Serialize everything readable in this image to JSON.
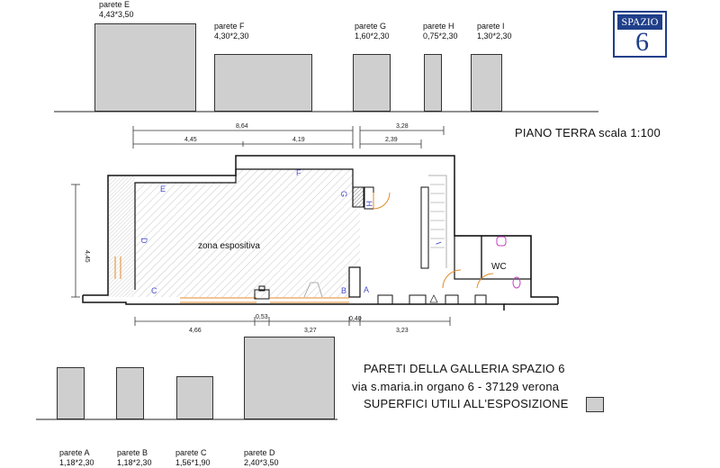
{
  "logo": {
    "word": "SPAZIO",
    "number": "6",
    "brand_color": "#1f3f8a"
  },
  "top_walls": [
    {
      "name": "parete E",
      "dims": "4,43*3,50"
    },
    {
      "name": "parete F",
      "dims": "4,30*2,30"
    },
    {
      "name": "parete G",
      "dims": "1,60*2,30"
    },
    {
      "name": "parete H",
      "dims": "0,75*2,30"
    },
    {
      "name": "parete I",
      "dims": "1,30*2,30"
    }
  ],
  "bottom_walls": [
    {
      "name": "parete A",
      "dims": "1,18*2,30"
    },
    {
      "name": "parete B",
      "dims": "1,18*2,30"
    },
    {
      "name": "parete C",
      "dims": "1,56*1,90"
    },
    {
      "name": "parete D",
      "dims": "2,40*3,50"
    }
  ],
  "plan": {
    "scale_title": "PIANO TERRA scala 1:100",
    "room_label": "zona espositiva",
    "wc_label": "WC",
    "wall_letters": [
      "A",
      "B",
      "C",
      "D",
      "E",
      "F",
      "G",
      "H",
      "I"
    ],
    "dimensions_top": [
      "8,64",
      "4,45",
      "4,19",
      "3,28",
      "2,39"
    ],
    "dimensions_bottom": [
      "4,66",
      "0,53",
      "3,27",
      "0,40",
      "3,23"
    ],
    "dimension_left": "4,45",
    "accent_color": "#e08a2a",
    "letter_color": "#4a4fd0",
    "wc_fixture_color": "#c040c0"
  },
  "caption": {
    "line1": "PARETI  DELLA GALLERIA  SPAZIO 6",
    "line2": "via s.maria.in organo 6 -  37129  verona",
    "line3": "SUPERFICI UTILI ALL'ESPOSIZIONE"
  }
}
